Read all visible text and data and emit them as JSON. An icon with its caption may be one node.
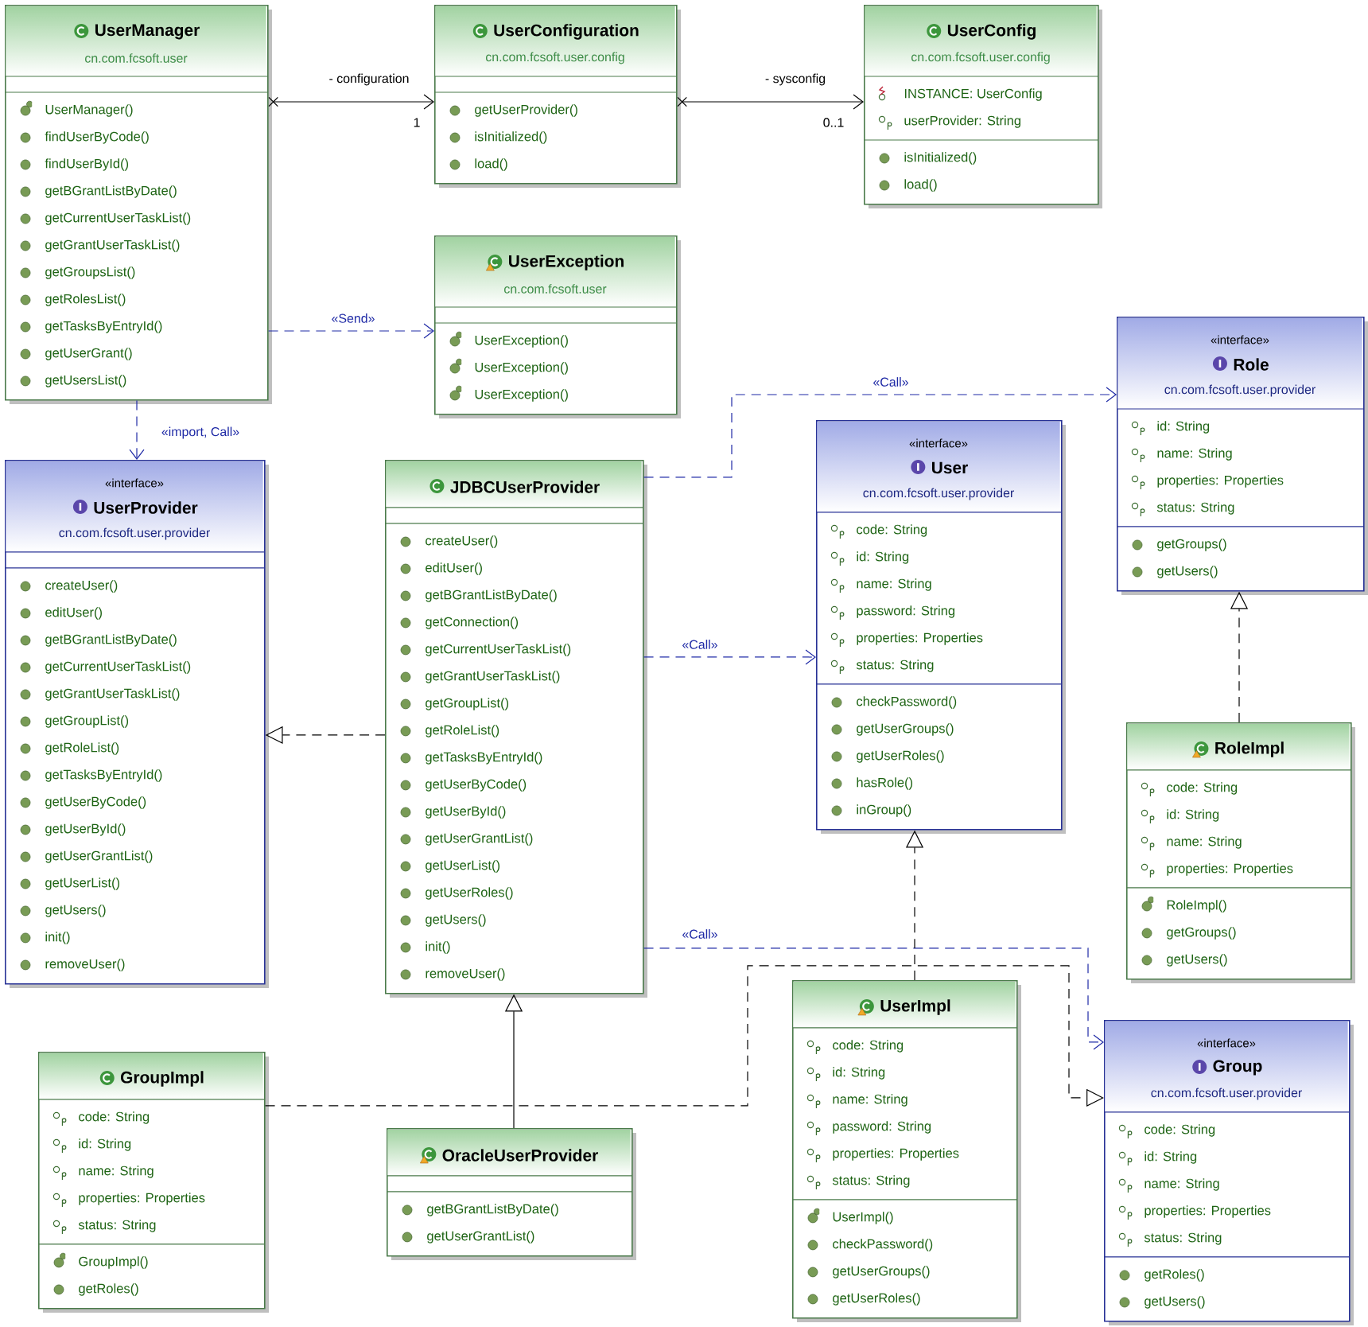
{
  "diagram": {
    "nodes": [
      {
        "text": [
          "UserManager",
          "cn.com.fcsoft.user",
          "UserManager()",
          "findUserByCode()",
          "findUserById()",
          "getBGrantListByDate()",
          "getCurrentUserTaskList()",
          "getGrantUserTaskList()",
          "getGroupsList()",
          "getRolesList()",
          "getTasksByEntryId()",
          "getUserGrant()",
          "getUsersList()"
        ]
      },
      {
        "text": [
          "UserConfiguration",
          "cn.com.fcsoft.user.config",
          "getUserProvider()",
          "isInitialized()",
          "load()"
        ]
      },
      {
        "text": [
          "UserConfig",
          "cn.com.fcsoft.user.config",
          "INSTANCE: UserConfig",
          "userProvider: String",
          "isInitialized()",
          "load()"
        ]
      },
      {
        "text": [
          "UserException",
          "cn.com.fcsoft.user",
          "UserException()",
          "UserException()",
          "UserException()"
        ]
      },
      {
        "text": [
          "«interface»",
          "UserProvider",
          "cn.com.fcsoft.user.provider",
          "createUser()",
          "editUser()",
          "getBGrantListByDate()",
          "getCurrentUserTaskList()",
          "getGrantUserTaskList()",
          "getGroupList()",
          "getRoleList()",
          "getTasksByEntryId()",
          "getUserByCode()",
          "getUserById()",
          "getUserGrantList()",
          "getUserList()",
          "getUsers()",
          "init()",
          "removeUser()"
        ]
      },
      {
        "text": [
          "JDBCUserProvider",
          "createUser()",
          "editUser()",
          "getBGrantListByDate()",
          "getConnection()",
          "getCurrentUserTaskList()",
          "getGrantUserTaskList()",
          "getGroupList()",
          "getRoleList()",
          "getTasksByEntryId()",
          "getUserByCode()",
          "getUserById()",
          "getUserGrantList()",
          "getUserList()",
          "getUserRoles()",
          "getUsers()",
          "init()",
          "removeUser()"
        ]
      },
      {
        "text": [
          "«interface»",
          "User",
          "cn.com.fcsoft.user.provider",
          "code: String",
          "id: String",
          "name: String",
          "password: String",
          "properties: Properties",
          "status: String",
          "checkPassword()",
          "getUserGroups()",
          "getUserRoles()",
          "hasRole()",
          "inGroup()"
        ]
      },
      {
        "text": [
          "«interface»",
          "Role",
          "cn.com.fcsoft.user.provider",
          "id: String",
          "name: String",
          "properties: Properties",
          "status: String",
          "getGroups()",
          "getUsers()"
        ]
      },
      {
        "text": [
          "RoleImpl",
          "code: String",
          "id: String",
          "name: String",
          "properties: Properties",
          "RoleImpl()",
          "getGroups()",
          "getUsers()"
        ]
      },
      {
        "text": [
          "UserImpl",
          "code: String",
          "id: String",
          "name: String",
          "password: String",
          "properties: Properties",
          "status: String",
          "UserImpl()",
          "checkPassword()",
          "getUserGroups()",
          "getUserRoles()"
        ]
      },
      {
        "text": [
          "GroupImpl",
          "code: String",
          "id: String",
          "name: String",
          "properties: Properties",
          "status: String",
          "GroupImpl()",
          "getRoles()"
        ]
      },
      {
        "text": [
          "OracleUserProvider",
          "getBGrantListByDate()",
          "getUserGrantList()"
        ]
      },
      {
        "text": [
          "«interface»",
          "Group",
          "cn.com.fcsoft.user.provider",
          "code: String",
          "id: String",
          "name: String",
          "properties: Properties",
          "status: String",
          "getRoles()",
          "getUsers()"
        ]
      }
    ],
    "edges": [
      {
        "from": 0,
        "to": 1,
        "arrow": "to",
        "label": "- configuration"
      },
      {
        "from": 1,
        "to": 2,
        "arrow": "to",
        "label": "- sysconfig"
      },
      {
        "from": 0,
        "to": 3,
        "arrow": "to",
        "label": "«Send»",
        "style": "dashed",
        "color": "#1f2aa6"
      },
      {
        "from": 0,
        "to": 4,
        "arrow": "to",
        "label": "«import, Call»",
        "style": "dashed",
        "color": "#1f2aa6"
      },
      {
        "from": 5,
        "to": 4,
        "arrow": "to",
        "style": "dashed"
      },
      {
        "from": 5,
        "to": 7,
        "arrow": "to",
        "label": "«Call»",
        "style": "dashed",
        "color": "#1f2aa6"
      },
      {
        "from": 5,
        "to": 6,
        "arrow": "to",
        "label": "«Call»",
        "style": "dashed",
        "color": "#1f2aa6"
      },
      {
        "from": 5,
        "to": 12,
        "arrow": "to",
        "label": "«Call»",
        "style": "dashed",
        "color": "#1f2aa6"
      },
      {
        "from": 11,
        "to": 5,
        "arrow": "to"
      },
      {
        "from": 8,
        "to": 7,
        "arrow": "to",
        "style": "dashed"
      },
      {
        "from": 9,
        "to": 6,
        "arrow": "to",
        "style": "dashed"
      },
      {
        "from": 10,
        "to": 12,
        "arrow": "to",
        "style": "dashed"
      }
    ],
    "labels": [
      "1",
      "0..1"
    ]
  }
}
